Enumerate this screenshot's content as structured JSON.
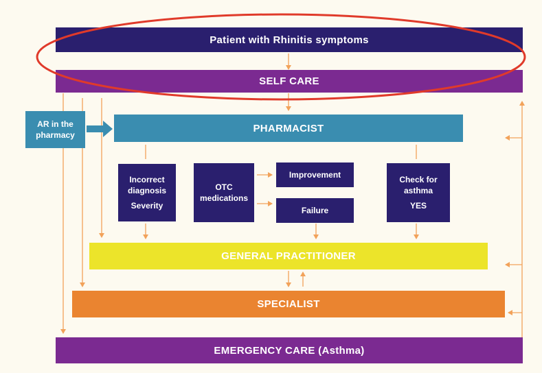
{
  "boxes": {
    "patient": "Patient with Rhinitis symptoms",
    "self_care": "SELF CARE",
    "ar_pharmacy": "AR in the pharmacy",
    "pharmacist": "PHARMACIST",
    "incorrect_line1": "Incorrect diagnosis",
    "incorrect_line2": "Severity",
    "otc": "OTC medications",
    "improvement": "Improvement",
    "failure": "Failure",
    "check_line1": "Check for asthma",
    "check_line2": "YES",
    "gp": "GENERAL PRACTITIONER",
    "specialist": "SPECIALIST",
    "emergency": "EMERGENCY CARE (Asthma)"
  },
  "colors": {
    "navy": "#2a1f6e",
    "purple": "#7b2a91",
    "teal": "#3a8db0",
    "yellow": "#ece42a",
    "orange": "#ea8430",
    "arrow": "#f2a25a",
    "highlight_ring": "#e03a2a"
  }
}
